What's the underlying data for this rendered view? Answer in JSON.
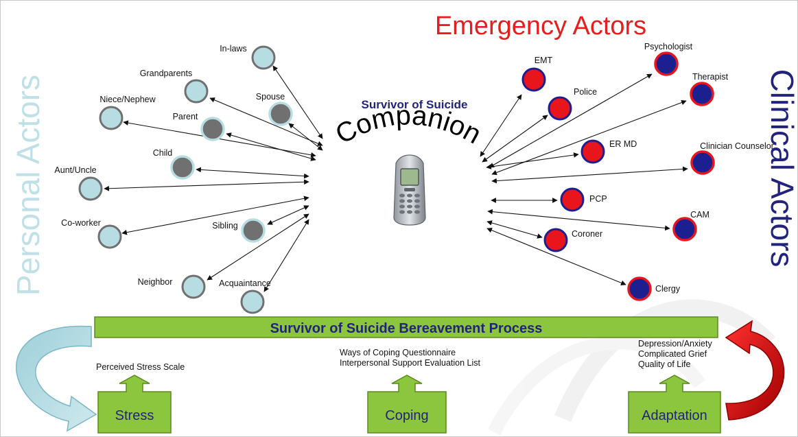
{
  "colors": {
    "personal_light": "#b7dde3",
    "personal_dark": "#707070",
    "emergency": "#e8151c",
    "clinical": "#1c1f8f",
    "green": "#8cc63f",
    "green_border": "#5a8a1e",
    "navy": "#22237a",
    "red_title": "#e61e1e"
  },
  "titles": {
    "emergency": "Emergency Actors",
    "personal": "Personal Actors",
    "clinical": "Clinical Actors"
  },
  "center": {
    "subtitle": "Survivor of Suicide",
    "title": "Companion",
    "icon": "mobile-phone-icon"
  },
  "personal_actors": [
    {
      "id": "in-laws",
      "label": "In-laws",
      "kind": "extended"
    },
    {
      "id": "grandparents",
      "label": "Grandparents",
      "kind": "extended"
    },
    {
      "id": "spouse",
      "label": "Spouse",
      "kind": "immediate"
    },
    {
      "id": "niece-nephew",
      "label": "Niece/Nephew",
      "kind": "extended"
    },
    {
      "id": "parent",
      "label": "Parent",
      "kind": "immediate"
    },
    {
      "id": "child",
      "label": "Child",
      "kind": "immediate"
    },
    {
      "id": "aunt-uncle",
      "label": "Aunt/Uncle",
      "kind": "extended"
    },
    {
      "id": "co-worker",
      "label": "Co-worker",
      "kind": "extended"
    },
    {
      "id": "sibling",
      "label": "Sibling",
      "kind": "immediate"
    },
    {
      "id": "neighbor",
      "label": "Neighbor",
      "kind": "extended"
    },
    {
      "id": "acquaintance",
      "label": "Acquaintance",
      "kind": "extended"
    }
  ],
  "emergency_actors": [
    {
      "id": "emt",
      "label": "EMT"
    },
    {
      "id": "police",
      "label": "Police"
    },
    {
      "id": "er-md",
      "label": "ER MD"
    },
    {
      "id": "pcp",
      "label": "PCP"
    },
    {
      "id": "coroner",
      "label": "Coroner"
    }
  ],
  "clinical_actors": [
    {
      "id": "psychologist",
      "label": "Psychologist"
    },
    {
      "id": "therapist",
      "label": "Therapist"
    },
    {
      "id": "clinician-counselor",
      "label": "Clinician Counselor"
    },
    {
      "id": "cam",
      "label": "CAM"
    },
    {
      "id": "clergy",
      "label": "Clergy"
    }
  ],
  "process": {
    "bar_label": "Survivor of Suicide Bereavement Process",
    "stages": [
      {
        "id": "stress",
        "label": "Stress",
        "measures": [
          "Perceived Stress Scale"
        ]
      },
      {
        "id": "coping",
        "label": "Coping",
        "measures": [
          "Ways of Coping Questionnaire",
          "Interpersonal Support Evaluation List"
        ]
      },
      {
        "id": "adaptation",
        "label": "Adaptation",
        "measures": [
          "Depression/Anxiety",
          "Complicated Grief",
          "Quality of Life"
        ]
      }
    ]
  }
}
